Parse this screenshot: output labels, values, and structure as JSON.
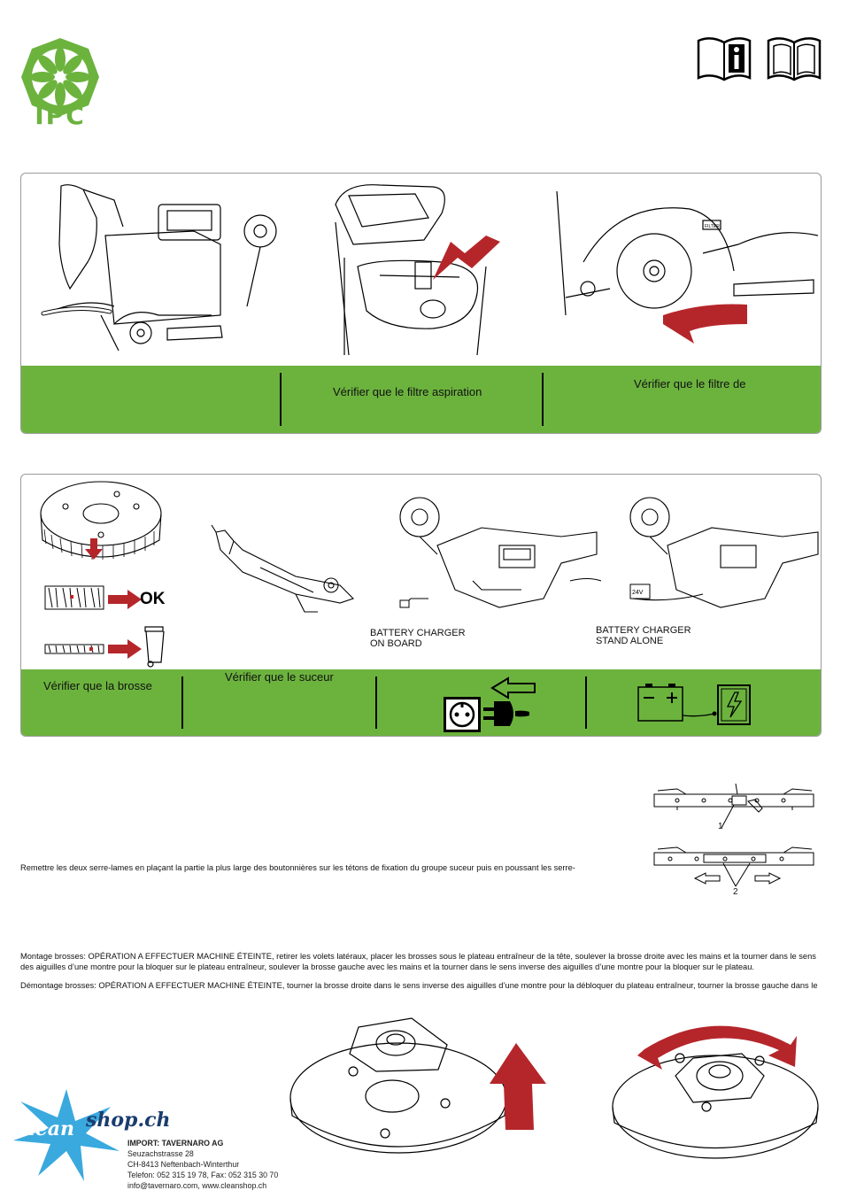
{
  "header": {
    "brand": "IPC",
    "brand_color": "#6cb33e",
    "icons": [
      "manual-info-icon",
      "open-book-icon"
    ]
  },
  "panel1": {
    "bar_color": "#6cb33e",
    "captions": [
      "",
      "Vérifier que le filtre aspiration",
      "Vérifier que le filtre de"
    ],
    "illustration_labels": {
      "filter_tag": "FILTER"
    }
  },
  "panel2": {
    "captions": [
      "Vérifier que la brosse",
      "Vérifier que le suceur"
    ],
    "ok_label": "OK",
    "charger_on_board": [
      "BATTERY CHARGER",
      "ON BOARD"
    ],
    "charger_stand_alone": [
      "BATTERY CHARGER",
      "STAND ALONE"
    ],
    "voltage_label": "24V"
  },
  "squeegee": {
    "text": "Remettre les deux serre-lames en plaçant la partie la plus large des boutonnières sur les tétons de fixation du groupe suceur puis en poussant les serre-",
    "callout_1": "1",
    "callout_2": "2"
  },
  "brushes": {
    "montage_line1": "Montage brosses: OPÉRATION A EFFECTUER MACHINE ÉTEINTE, retirer les volets latéraux, placer les brosses sous le plateau entraîneur de la tête, soulever la brosse droite avec les mains et la tourner dans le sens",
    "montage_line2": "des aiguilles d’une montre pour la bloquer sur le plateau entraîneur, soulever la brosse gauche avec les mains et la tourner dans le sens inverse des aiguilles d’une montre pour la bloquer sur le plateau.",
    "demontage": "Démontage brosses: OPÉRATION A EFFECTUER MACHINE ÉTEINTE, tourner la brosse droite dans le sens inverse des aiguilles d’une montre pour la débloquer du plateau entraîneur, tourner la brosse gauche dans le"
  },
  "footer": {
    "logo_left": "clean",
    "logo_right": "shop.ch",
    "company": "IMPORT: TAVERNARO AG",
    "street": "Seuzachstrasse 28",
    "city": "CH-8413 Neftenbach-Winterthur",
    "phone": "Telefon: 052 315 19 78, Fax: 052 315 30 70",
    "web": "info@tavernaro.com, www.cleanshop.ch"
  },
  "colors": {
    "arrow_red": "#b5262b",
    "star_blue": "#3aa9de",
    "text_dark": "#111111"
  }
}
